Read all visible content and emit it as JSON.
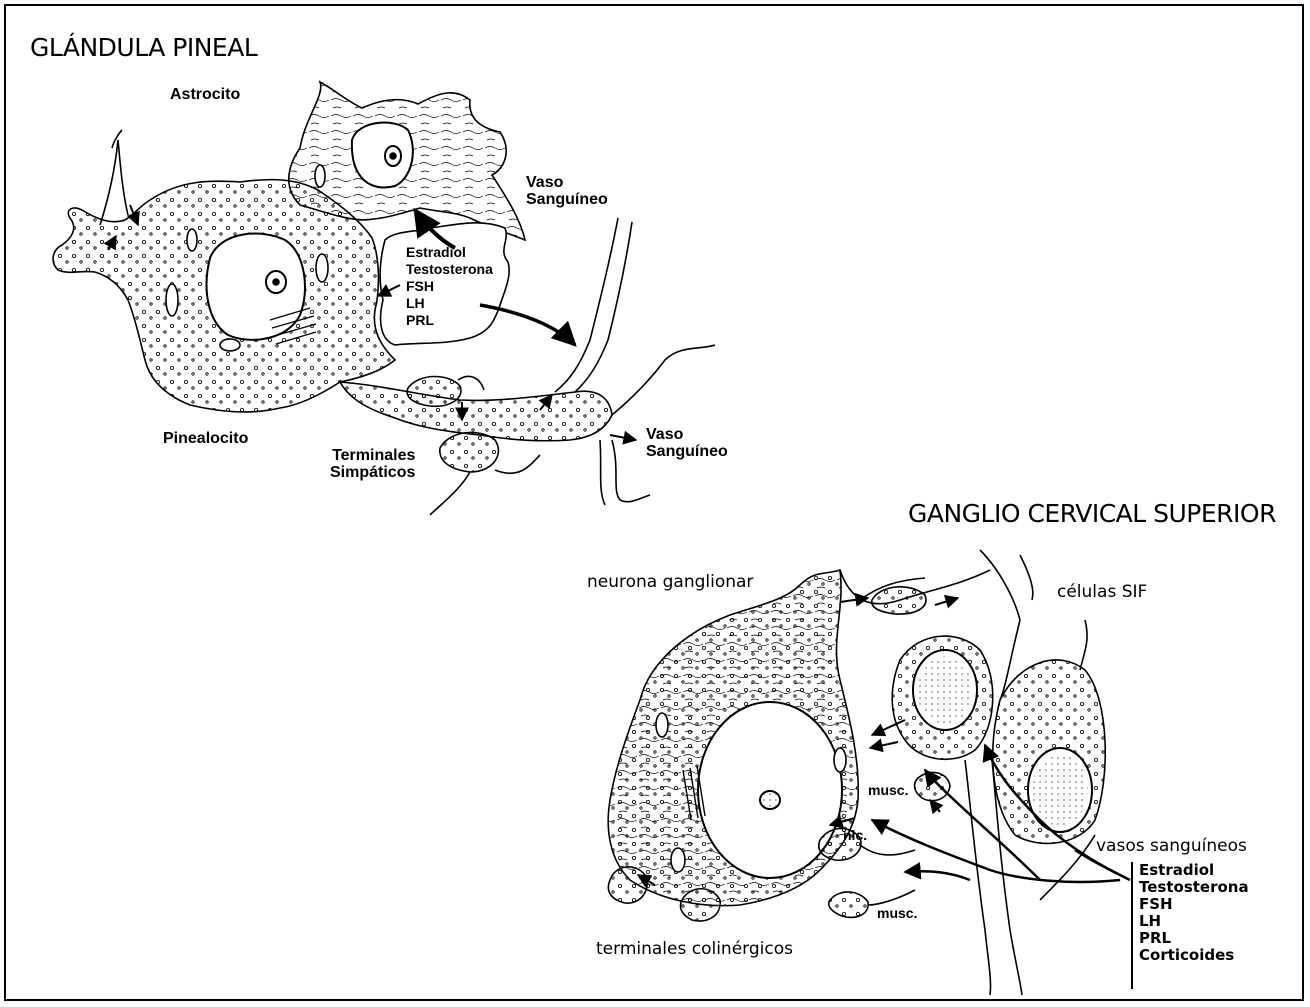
{
  "pineal": {
    "title": "GLÁNDULA PINEAL",
    "astrocito": "Astrocito",
    "pinealocito": "Pinealocito",
    "vaso_top": [
      "Vaso",
      "Sanguíneo"
    ],
    "vaso_bottom": [
      "Vaso",
      "Sanguíneo"
    ],
    "terminales": [
      "Terminales",
      "Simpáticos"
    ],
    "hormones": [
      "Estradiol",
      "Testosterona",
      "FSH",
      "LH",
      "PRL"
    ]
  },
  "ganglio": {
    "title": "GANGLIO CERVICAL SUPERIOR",
    "neurona": "neurona ganglionar",
    "celulas_sif": "células SIF",
    "vasos": "vasos sanguíneos",
    "terminales": "terminales colinérgicos",
    "musc_top": "musc.",
    "musc_bottom": "musc.",
    "nic": "nic.",
    "hormones": [
      "Estradiol",
      "Testosterona",
      "FSH",
      "LH",
      "PRL",
      "Corticoides"
    ]
  }
}
